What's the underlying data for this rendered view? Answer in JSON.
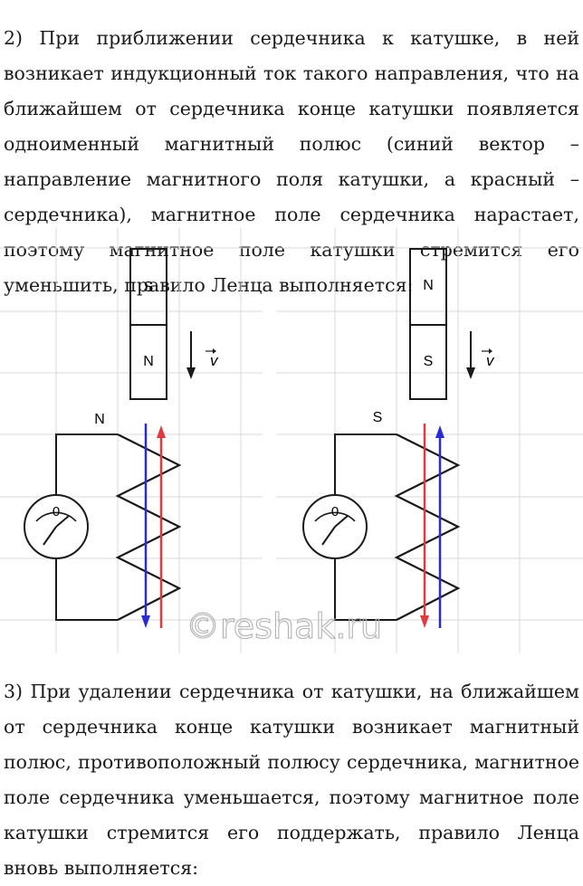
{
  "paragraph_2": "2) При приближении сердечника к катушке, в ней возникает индукционный ток такого направления, что на ближайшем от сердечника конце катушки появляется одноименный магнитный полюс (синий вектор – направление магнитного поля катушки, а красный – сердечника), магнитное поле сердечника нарастает, поэтому магнитное поле катушки стремится его уменьшить, правило Ленца выполняется:",
  "paragraph_3": "3) При удалении сердечника от катушки, на ближайшем от сердечника конце катушки возникает магнитный полюс, противоположный полюсу сердечника, магнитное поле сердечника уменьшается, поэтому магнитное поле катушки стремится его поддержать, правило Ленца вновь выполняется:",
  "figure": {
    "left": {
      "magnet_top": "S",
      "magnet_bottom": "N",
      "velocity": "v",
      "coil_pole": "N",
      "galvanometer_zero": "0"
    },
    "right": {
      "magnet_top": "N",
      "magnet_bottom": "S",
      "velocity": "v",
      "coil_pole": "S",
      "galvanometer_zero": "0"
    },
    "colors": {
      "coil_field": "#2b2bd4",
      "core_field": "#e0393e",
      "grid": "#d8d8d8"
    },
    "watermark": "©reshak.ru"
  }
}
